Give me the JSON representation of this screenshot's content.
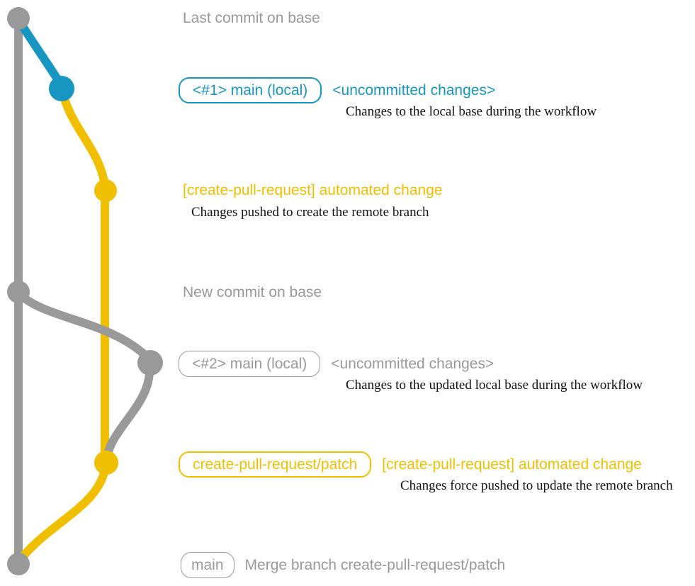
{
  "colors": {
    "gray": "#999999",
    "blue": "#1796c2",
    "yellow": "#f0c000",
    "dark": "#111111"
  },
  "graph": {
    "base_branch": "base",
    "local_branch": "main (local)",
    "remote_branch": "create-pull-request/patch"
  },
  "rows": {
    "last_commit": {
      "label": "Last commit on base"
    },
    "head1": {
      "badge": "<#1> main (local)",
      "message": "<uncommitted changes>",
      "description": "Changes to the local base during the workflow"
    },
    "push1": {
      "message": "[create-pull-request] automated change",
      "description": "Changes pushed to create the remote branch"
    },
    "new_commit": {
      "label": "New commit on base"
    },
    "head2": {
      "badge": "<#2> main (local)",
      "message": "<uncommitted changes>",
      "description": "Changes to the updated local base during the workflow"
    },
    "push2": {
      "badge": "create-pull-request/patch",
      "message": "[create-pull-request] automated change",
      "description": "Changes force pushed to update the remote branch"
    },
    "merge": {
      "badge": "main",
      "message": "Merge branch create-pull-request/patch"
    }
  }
}
